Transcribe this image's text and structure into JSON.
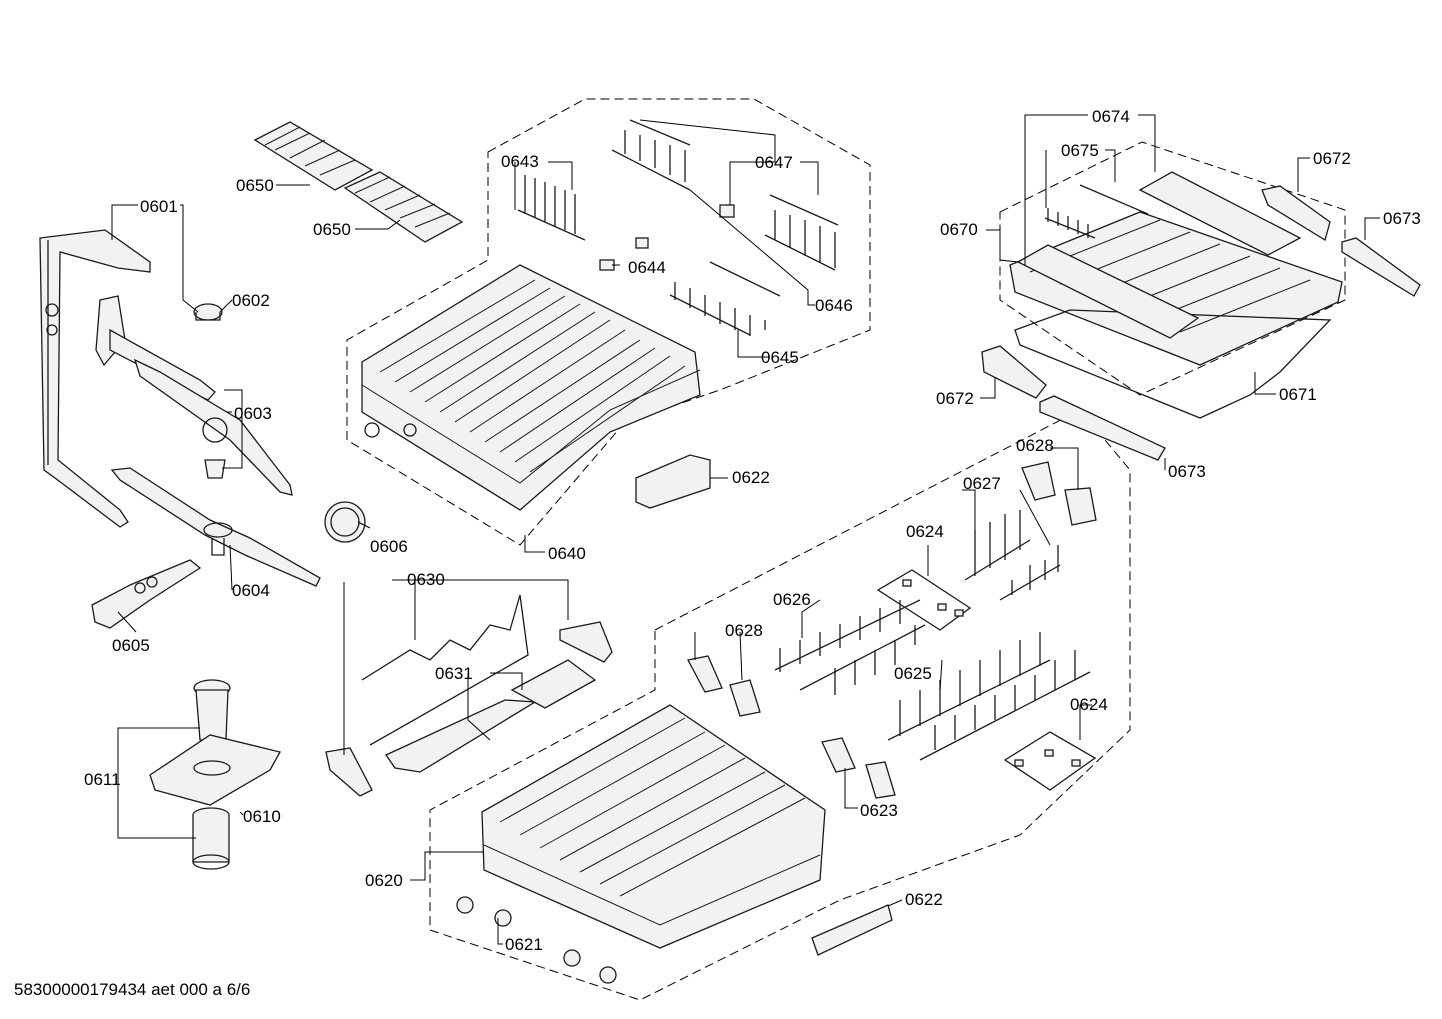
{
  "diagram": {
    "footer_text": "58300000179434 aet 000 a 6/6",
    "labels": {
      "l0601": "0601",
      "l0602": "0602",
      "l0603": "0603",
      "l0604": "0604",
      "l0605": "0605",
      "l0606": "0606",
      "l0610": "0610",
      "l0611": "0611",
      "l0620": "0620",
      "l0621": "0621",
      "l0622a": "0622",
      "l0622b": "0622",
      "l0623": "0623",
      "l0624a": "0624",
      "l0624b": "0624",
      "l0625": "0625",
      "l0626": "0626",
      "l0627": "0627",
      "l0628a": "0628",
      "l0628b": "0628",
      "l0630": "0630",
      "l0631": "0631",
      "l0640": "0640",
      "l0643": "0643",
      "l0644": "0644",
      "l0645": "0645",
      "l0646": "0646",
      "l0647": "0647",
      "l0650a": "0650",
      "l0650b": "0650",
      "l0670": "0670",
      "l0671": "0671",
      "l0672a": "0672",
      "l0672b": "0672",
      "l0673a": "0673",
      "l0673b": "0673",
      "l0674": "0674",
      "l0675": "0675"
    }
  }
}
